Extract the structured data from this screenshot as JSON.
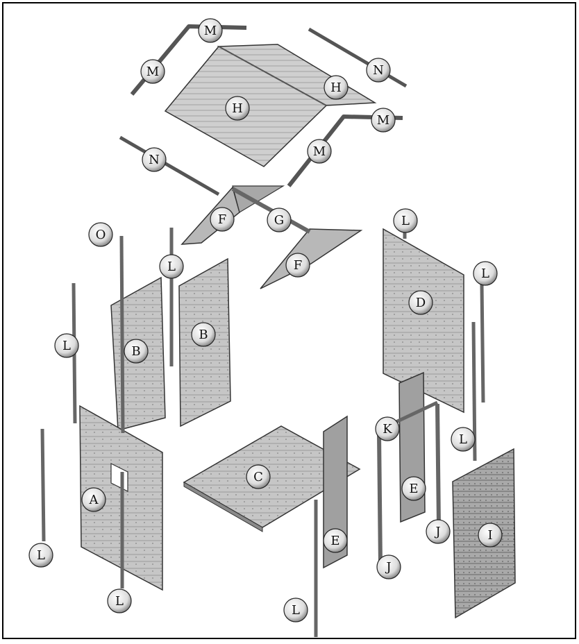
{
  "diagram": {
    "parts": [
      {
        "id": "roof-left",
        "label": "H"
      },
      {
        "id": "roof-right",
        "label": "H"
      },
      {
        "id": "ridge-trim-top",
        "label": "M"
      },
      {
        "id": "ridge-trim-left",
        "label": "M"
      },
      {
        "id": "ridge-trim-right",
        "label": "M"
      },
      {
        "id": "ridge-trim-right-lower",
        "label": "M"
      },
      {
        "id": "eave-trim-right",
        "label": "N"
      },
      {
        "id": "eave-trim-left",
        "label": "N"
      },
      {
        "id": "gable-left",
        "label": "F"
      },
      {
        "id": "gable-right",
        "label": "F"
      },
      {
        "id": "ridge-beam",
        "label": "G"
      },
      {
        "id": "hardware-bag",
        "label": "O"
      },
      {
        "id": "wall-back-left",
        "label": "B"
      },
      {
        "id": "wall-back-mid",
        "label": "B"
      },
      {
        "id": "wall-right-back",
        "label": "D"
      },
      {
        "id": "wall-front-left",
        "label": "A"
      },
      {
        "id": "floor",
        "label": "C"
      },
      {
        "id": "panel-narrow-front",
        "label": "E"
      },
      {
        "id": "panel-narrow-back",
        "label": "E"
      },
      {
        "id": "door",
        "label": "I"
      },
      {
        "id": "door-header",
        "label": "K"
      },
      {
        "id": "door-post-left",
        "label": "J"
      },
      {
        "id": "door-post-right",
        "label": "J"
      },
      {
        "id": "post-1",
        "label": "L"
      },
      {
        "id": "post-2",
        "label": "L"
      },
      {
        "id": "post-3",
        "label": "L"
      },
      {
        "id": "post-4",
        "label": "L"
      },
      {
        "id": "post-5",
        "label": "L"
      },
      {
        "id": "post-6",
        "label": "L"
      },
      {
        "id": "post-7",
        "label": "L"
      },
      {
        "id": "post-8",
        "label": "L"
      },
      {
        "id": "post-9",
        "label": "L"
      }
    ]
  },
  "colors": {
    "panel": "#c9c9c9",
    "panel_dark": "#9a9a9a",
    "outline": "#333333",
    "callout_fill": "#e6e6e6",
    "frame": "#000000"
  }
}
